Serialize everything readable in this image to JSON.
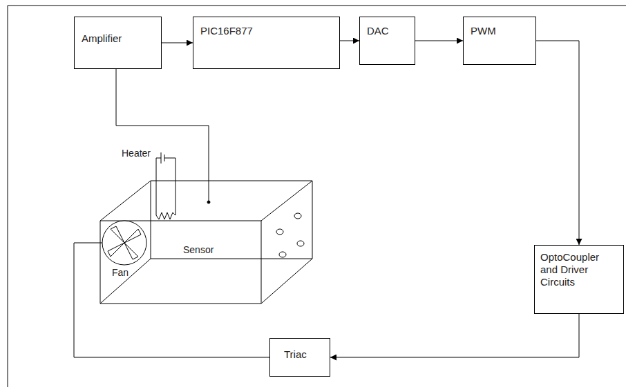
{
  "diagram": {
    "nodes": [
      {
        "text": [
          "Amplifier"
        ]
      },
      {
        "text": [
          "PIC16F877"
        ]
      },
      {
        "text": [
          "DAC"
        ]
      },
      {
        "text": [
          "PWM"
        ]
      },
      {
        "text": [
          "OptoCoupler and Driver Circuits"
        ]
      },
      {
        "text": [
          "Triac"
        ]
      }
    ],
    "edges": [
      {
        "from": 0,
        "to": 1,
        "arrow": "to"
      },
      {
        "from": 1,
        "to": 2,
        "arrow": "to"
      },
      {
        "from": 2,
        "to": 3,
        "arrow": "to"
      },
      {
        "from": 3,
        "to": 4,
        "arrow": "to"
      },
      {
        "from": 4,
        "to": 5,
        "arrow": "to"
      }
    ],
    "labels": [
      "Heater",
      "Sensor",
      "Fan"
    ]
  }
}
